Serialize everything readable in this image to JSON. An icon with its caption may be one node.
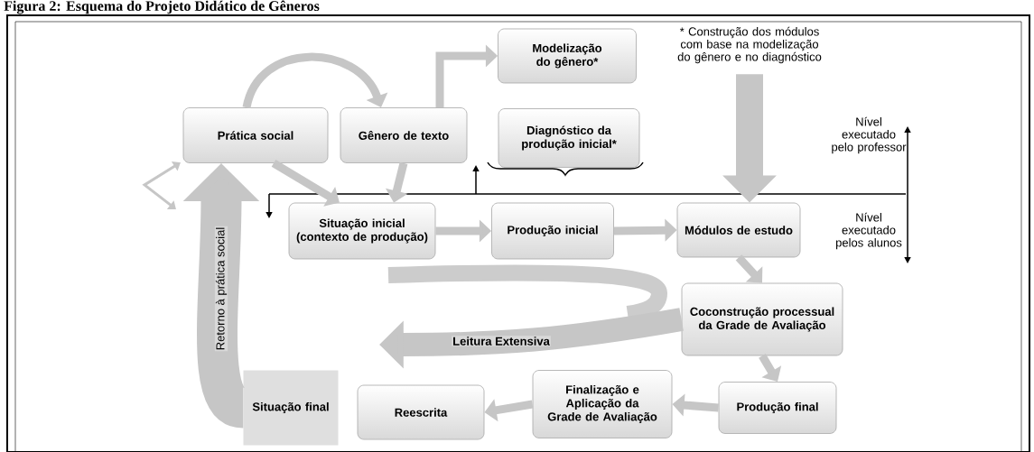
{
  "diagram": {
    "title": "Figura 2: Esquema do Projeto Didático de Gêneros",
    "nodes": [
      {
        "text": [
          "Prática social"
        ]
      },
      {
        "text": [
          "Gênero de texto"
        ]
      },
      {
        "text": [
          "Modelização do gênero*"
        ]
      },
      {
        "text": [
          "Diagnóstico da produção inicial*"
        ]
      },
      {
        "text": [
          "Situação inicial (contexto de produção)"
        ]
      },
      {
        "text": [
          "Produção inicial"
        ]
      },
      {
        "text": [
          "Módulos de estudo"
        ]
      },
      {
        "text": [
          "Coconstrução processual da Grade de Avaliação"
        ]
      },
      {
        "text": [
          "Produção final"
        ]
      },
      {
        "text": [
          "Finalização e Aplicação da Grade de Avaliação"
        ]
      },
      {
        "text": [
          "Reescrita"
        ]
      },
      {
        "text": [
          "Situação final"
        ]
      },
      {
        "text": [
          "* Construção dos módulos com base na modelização do gênero e no diagnóstico"
        ]
      }
    ],
    "edges": [
      {
        "from": 0,
        "to": 1,
        "arrow": "to"
      },
      {
        "from": 1,
        "to": 2,
        "arrow": "to"
      },
      {
        "from": 0,
        "to": 4,
        "arrow": "to"
      },
      {
        "from": 1,
        "to": 4,
        "arrow": "to"
      },
      {
        "from": 4,
        "to": 5,
        "arrow": "to"
      },
      {
        "from": 5,
        "to": 6,
        "arrow": "to"
      },
      {
        "from": 6,
        "to": 7,
        "arrow": "to"
      },
      {
        "from": 7,
        "to": 8,
        "arrow": "to"
      },
      {
        "from": 8,
        "to": 9,
        "arrow": "to"
      },
      {
        "from": 9,
        "to": 10,
        "arrow": "to"
      },
      {
        "from": 12,
        "to": 6,
        "arrow": "to",
        "style": "thick"
      },
      {
        "from": 7,
        "to": null,
        "arrow": "to",
        "label": "Leitura Extensiva",
        "style": "thick"
      },
      {
        "from": 11,
        "to": 0,
        "arrow": "to",
        "label": "Retorno à prática social",
        "style": "thick"
      }
    ],
    "labels": [
      "Nível executado pelo professor",
      "Nível executado pelos alunos"
    ]
  }
}
